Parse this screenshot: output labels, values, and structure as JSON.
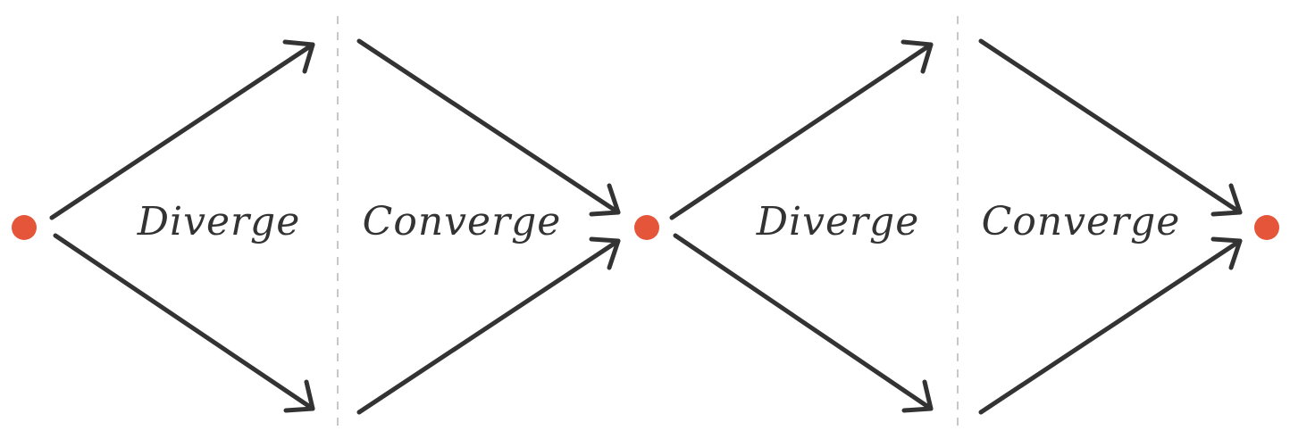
{
  "diagram": {
    "node_color": "#e5553a",
    "line_color": "#333333",
    "divider_color": "#c8c8c8",
    "phases": [
      {
        "label": "Diverge"
      },
      {
        "label": "Converge"
      },
      {
        "label": "Diverge"
      },
      {
        "label": "Converge"
      }
    ]
  }
}
